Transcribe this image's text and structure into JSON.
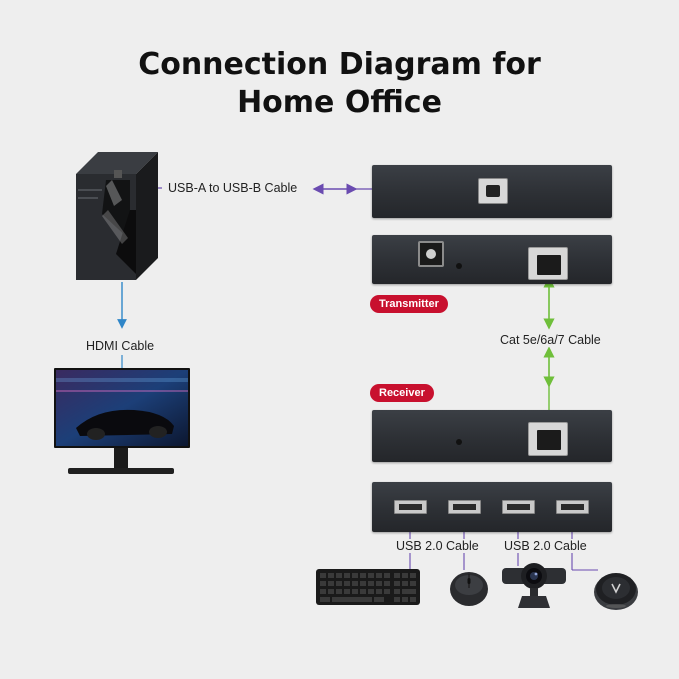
{
  "title": {
    "line1": "Connection Diagram for",
    "line2": "Home Office"
  },
  "labels": {
    "usb_ab_cable": "USB-A to USB-B Cable",
    "hdmi_cable": "HDMI Cable",
    "cat_cable": "Cat 5e/6a/7 Cable",
    "usb20_cable_left": "USB 2.0 Cable",
    "usb20_cable_right": "USB 2.0 Cable",
    "transmitter": "Transmitter",
    "receiver": "Receiver"
  },
  "colors": {
    "usb_line": "#6a4bb0",
    "hdmi_line": "#2f86c8",
    "cat_line": "#6fbf3a",
    "badge": "#c8102e"
  },
  "icons": [
    "pc-tower-icon",
    "monitor-icon",
    "usb-b-port-icon",
    "dc-power-port-icon",
    "rj45-port-icon",
    "usb-a-port-icon",
    "keyboard-icon",
    "mouse-icon",
    "webcam-icon",
    "speakerphone-icon"
  ]
}
